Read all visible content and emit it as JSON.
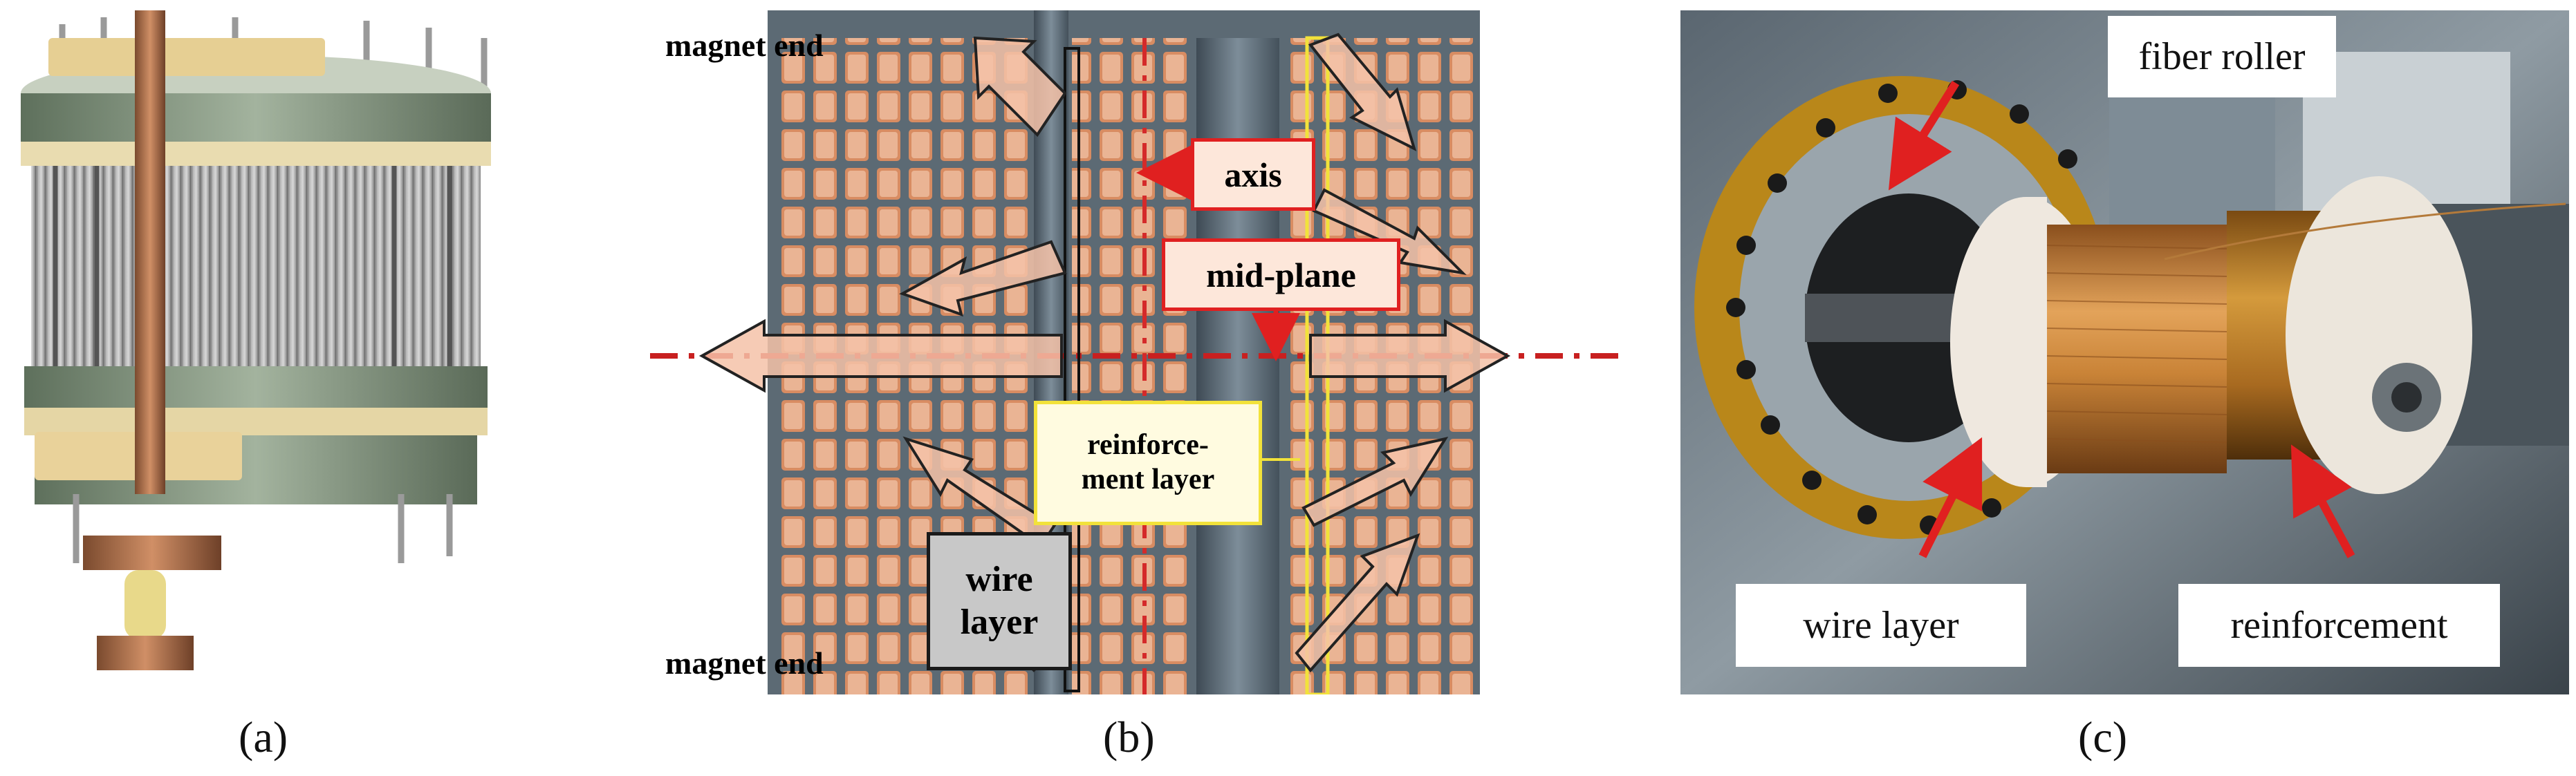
{
  "panels": [
    {
      "caption": "(a)"
    },
    {
      "caption": "(b)",
      "labels": {
        "magnet_end_top": "magnet end",
        "magnet_end_bottom": "magnet end",
        "axis": "axis",
        "mid_plane": "mid-plane",
        "reinforcement_line1": "reinforce-",
        "reinforcement_line2": "ment layer",
        "wire_layer_line1": "wire",
        "wire_layer_line2": "layer"
      }
    },
    {
      "caption": "(c)",
      "labels": {
        "fiber_roller": "fiber roller",
        "wire_layer": "wire layer",
        "reinforcement": "reinforcement"
      }
    }
  ],
  "colors": {
    "annotation_red": "#e02020",
    "axis_red": "#d42a2a",
    "mid_plane_red": "#c82020",
    "reinforcement_yellow": "#f2e23a",
    "copper": "#d98a5c"
  }
}
